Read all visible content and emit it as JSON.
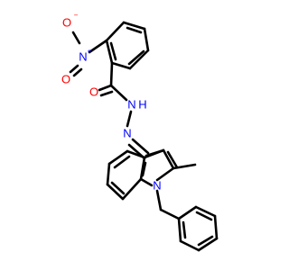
{
  "molecule": {
    "colors": {
      "bond": "#000000",
      "oxygen": "#ff0000",
      "nitrogen": "#0000ff",
      "carbon": "#000000"
    },
    "atom_labels": {
      "nitro_oxygen_minus": "O",
      "nitro_oxygen_minus_charge": "−",
      "nitro_nitrogen": "N",
      "nitro_nitrogen_charge": "+",
      "nitro_oxygen_double": "O",
      "carbonyl_oxygen": "O",
      "amide_nh": "N",
      "amide_nh_h": "H",
      "imine_nitrogen": "N",
      "indole_nitrogen": "N"
    }
  }
}
